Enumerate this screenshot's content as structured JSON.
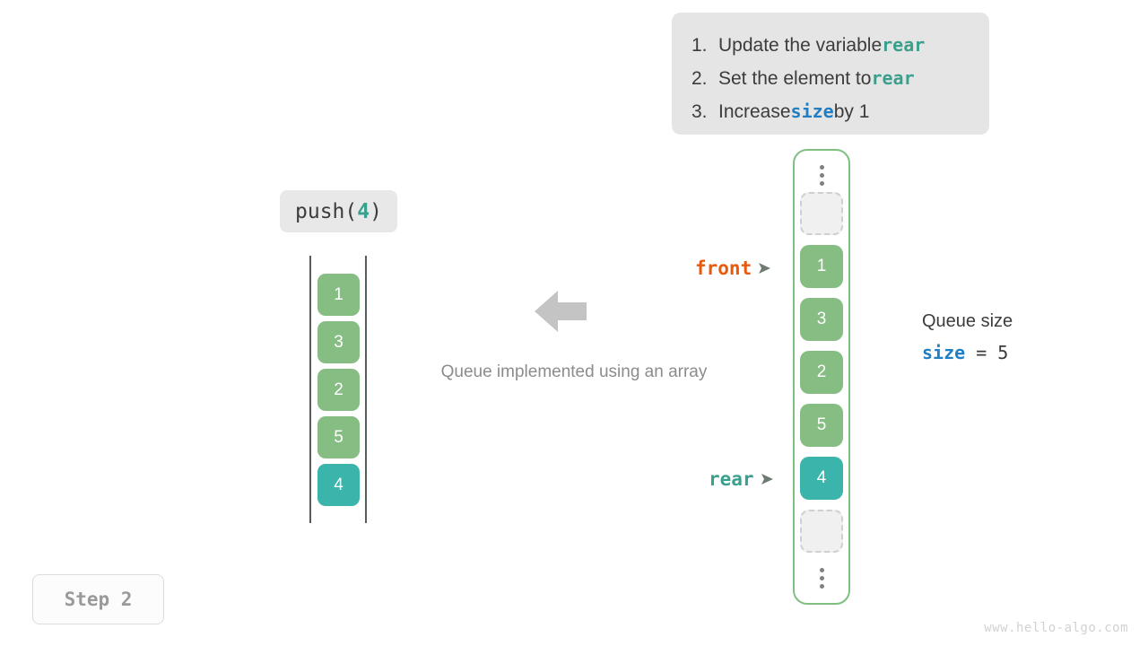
{
  "instructions": {
    "items": [
      {
        "num": "1.",
        "pre": "Update the variable ",
        "code": "rear",
        "code_style": "teal",
        "post": ""
      },
      {
        "num": "2.",
        "pre": "Set the element to ",
        "code": "rear",
        "code_style": "teal",
        "post": ""
      },
      {
        "num": "3.",
        "pre": "Increase ",
        "code": "size",
        "code_style": "blue",
        "post": " by 1"
      }
    ]
  },
  "operation": {
    "label_pre": "push(",
    "label_arg": "4",
    "label_post": ")"
  },
  "left_array": {
    "cells": [
      {
        "value": "1",
        "style": "green"
      },
      {
        "value": "3",
        "style": "green"
      },
      {
        "value": "2",
        "style": "green"
      },
      {
        "value": "5",
        "style": "green"
      },
      {
        "value": "4",
        "style": "teal"
      }
    ]
  },
  "center": {
    "caption": "Queue implemented using an array",
    "arrow_icon": "arrow-left-icon",
    "arrow_color": "#c4c4c4"
  },
  "circular_queue": {
    "border_color": "#7fc080",
    "cells": [
      {
        "value": "",
        "style": "empty"
      },
      {
        "value": "1",
        "style": "green"
      },
      {
        "value": "3",
        "style": "green"
      },
      {
        "value": "2",
        "style": "green"
      },
      {
        "value": "5",
        "style": "green"
      },
      {
        "value": "4",
        "style": "teal"
      },
      {
        "value": "",
        "style": "empty"
      }
    ]
  },
  "pointers": {
    "front": {
      "label": "front",
      "color": "#e8590c"
    },
    "rear": {
      "label": "rear",
      "color": "#38a08c"
    }
  },
  "queue_size": {
    "title": "Queue size",
    "var_name": "size",
    "equals": " = ",
    "value": "5"
  },
  "step": {
    "label": "Step 2"
  },
  "watermark": {
    "text": "www.hello-algo.com"
  },
  "colors": {
    "green": "#85bd83",
    "teal": "#3bb4ab",
    "blue": "#1f7ec4",
    "orange": "#e8590c",
    "panel_bg": "#e5e5e5",
    "empty_cell_bg": "#f0f0f0"
  }
}
